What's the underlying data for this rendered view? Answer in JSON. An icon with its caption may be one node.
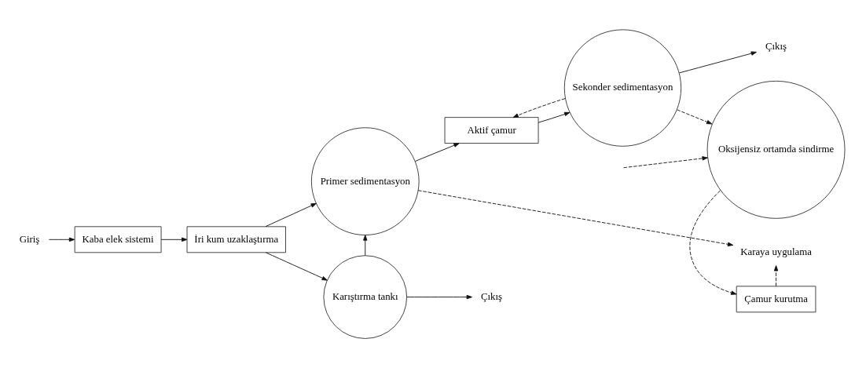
{
  "diagram": {
    "nodes": [
      {
        "text": [
          "Giriş"
        ]
      },
      {
        "text": [
          "Kaba elek sistemi"
        ]
      },
      {
        "text": [
          "İri kum uzaklaştırma"
        ]
      },
      {
        "text": [
          "Primer sedimentasyon"
        ]
      },
      {
        "text": [
          "Aktif çamur"
        ]
      },
      {
        "text": [
          "Sekonder sedimentasyon"
        ]
      },
      {
        "text": [
          "Çıkış"
        ]
      },
      {
        "text": [
          "Karıştırma tankı"
        ]
      },
      {
        "text": [
          "Karaya uygulama"
        ]
      },
      {
        "text": [
          "Çamur kurutma"
        ]
      },
      {
        "text": [
          "Oksijensiz ortamda sindirme"
        ]
      },
      {
        "text": [
          "Çıkış"
        ]
      }
    ],
    "edges": [
      {
        "from": 0,
        "to": 1,
        "arrow": "to"
      },
      {
        "from": 1,
        "to": 2,
        "arrow": "to"
      },
      {
        "from": 2,
        "to": 3,
        "arrow": "to"
      },
      {
        "from": 2,
        "to": 7,
        "arrow": "to"
      },
      {
        "from": 7,
        "to": 3,
        "arrow": "to"
      },
      {
        "from": 3,
        "to": 4,
        "arrow": "to"
      },
      {
        "from": 4,
        "to": 5,
        "arrow": "to"
      },
      {
        "from": 5,
        "to": 6,
        "arrow": "to"
      },
      {
        "from": 5,
        "to": 4,
        "arrow": "to",
        "style": "dashed"
      },
      {
        "from": 3,
        "to": 8,
        "arrow": "to",
        "style": "dashed"
      },
      {
        "from": null,
        "to": 10,
        "arrow": "to",
        "style": "dashed"
      },
      {
        "from": 5,
        "to": 10,
        "arrow": "to",
        "style": "dashed"
      },
      {
        "from": 10,
        "to": 9,
        "arrow": "to",
        "style": "dashed"
      },
      {
        "from": 9,
        "to": 8,
        "arrow": "to",
        "style": "dashed"
      },
      {
        "from": 7,
        "to": 11,
        "arrow": "to"
      }
    ]
  }
}
